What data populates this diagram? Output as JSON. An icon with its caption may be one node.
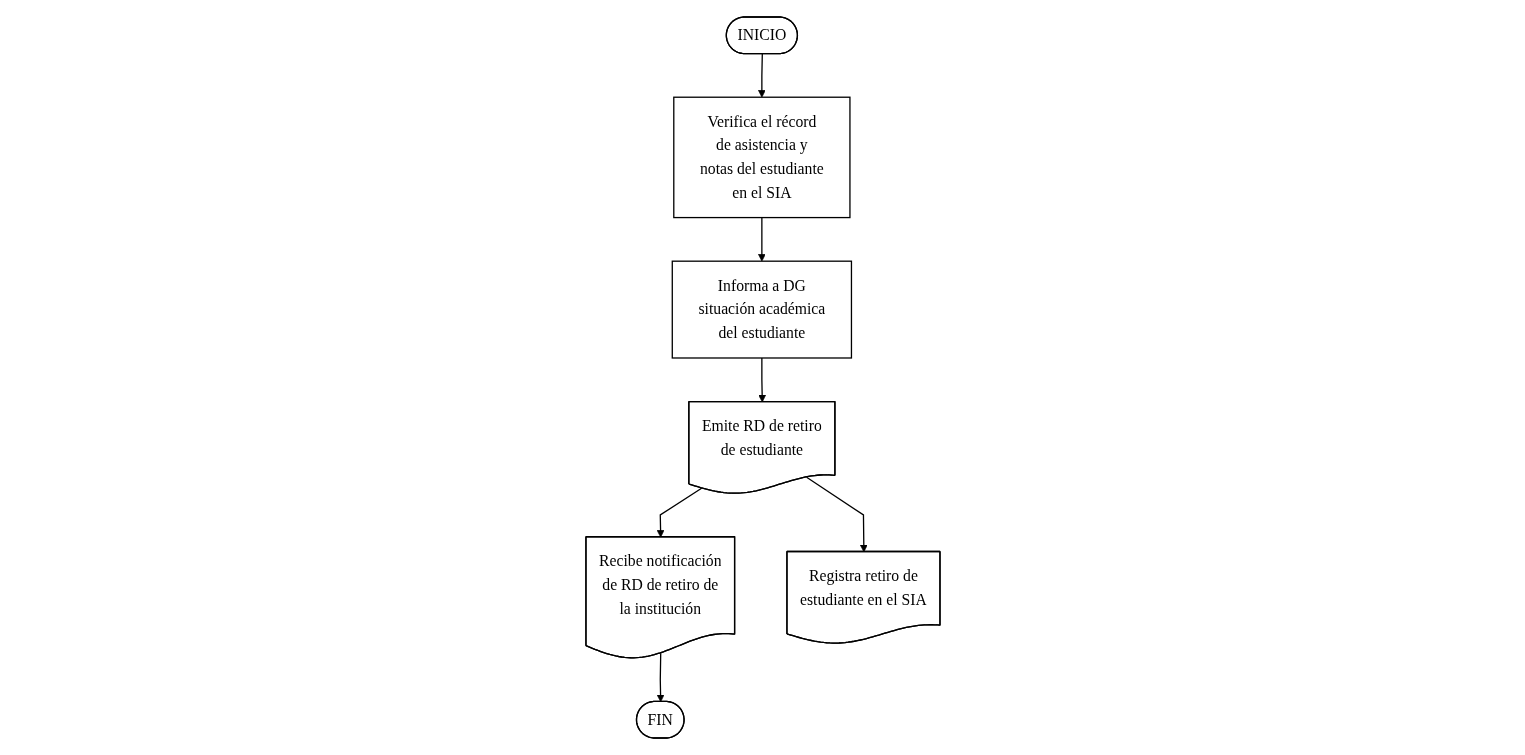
{
  "diagram": {
    "nodes": [
      {
        "text": [
          "INICIO"
        ]
      },
      {
        "text": [
          "Verifica el récord de asistencia y notas del estudiante en el SIA"
        ]
      },
      {
        "text": [
          "Informa a DG situación académica del estudiante"
        ]
      },
      {
        "text": [
          "Emite RD de retiro de estudiante"
        ]
      },
      {
        "text": [
          "Recibe notificación de RD de retiro de la institución"
        ]
      },
      {
        "text": [
          "FIN"
        ]
      },
      {
        "text": [
          "Registra retiro de estudiante en el SIA"
        ]
      }
    ],
    "edges": [
      {
        "from": 0,
        "to": 1,
        "arrow": "to"
      },
      {
        "from": 1,
        "to": 2,
        "arrow": "to"
      },
      {
        "from": 2,
        "to": 3,
        "arrow": "to"
      },
      {
        "from": 3,
        "to": 4,
        "arrow": "to"
      },
      {
        "from": 4,
        "to": 5,
        "arrow": "to"
      },
      {
        "from": 3,
        "to": 6,
        "arrow": "to"
      }
    ]
  }
}
